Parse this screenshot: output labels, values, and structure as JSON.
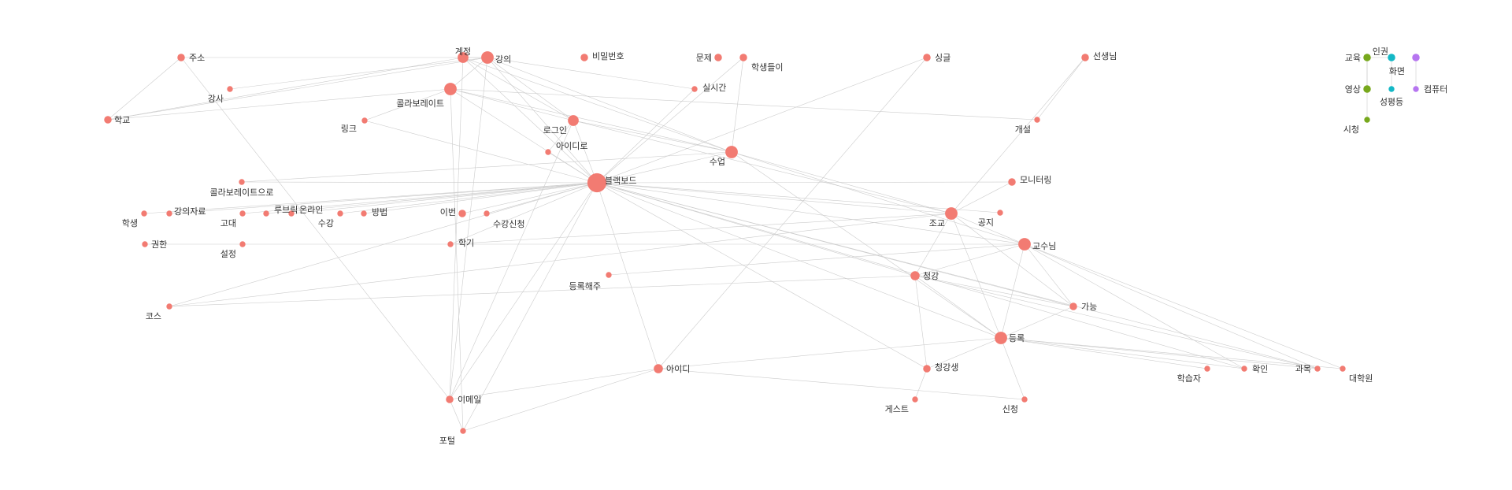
{
  "chart_data": {
    "type": "network",
    "colors": {
      "main": "#f27b72",
      "green": "#77a81c",
      "teal": "#14b8c6",
      "purple": "#b675f0",
      "edge": "#cccccc"
    },
    "nodes": [
      {
        "id": "블랙보드",
        "label": "블랙보드",
        "weight": 10,
        "group": "main"
      },
      {
        "id": "강의",
        "label": "강의",
        "weight": 6,
        "group": "main"
      },
      {
        "id": "계정",
        "label": "계정",
        "weight": 5,
        "group": "main"
      },
      {
        "id": "콜라보레이트",
        "label": "콜라보레이트",
        "weight": 6,
        "group": "main"
      },
      {
        "id": "로그인",
        "label": "로그인",
        "weight": 5,
        "group": "main"
      },
      {
        "id": "수업",
        "label": "수업",
        "weight": 6,
        "group": "main"
      },
      {
        "id": "조교",
        "label": "조교",
        "weight": 6,
        "group": "main"
      },
      {
        "id": "교수님",
        "label": "교수님",
        "weight": 6,
        "group": "main"
      },
      {
        "id": "청강",
        "label": "청강",
        "weight": 4,
        "group": "main"
      },
      {
        "id": "등록",
        "label": "등록",
        "weight": 6,
        "group": "main"
      },
      {
        "id": "아이디",
        "label": "아이디",
        "weight": 4,
        "group": "main"
      },
      {
        "id": "이메일",
        "label": "이메일",
        "weight": 3,
        "group": "main"
      },
      {
        "id": "포털",
        "label": "포털",
        "weight": 2,
        "group": "main"
      },
      {
        "id": "청강생",
        "label": "청강생",
        "weight": 3,
        "group": "main"
      },
      {
        "id": "게스트",
        "label": "게스트",
        "weight": 2,
        "group": "main"
      },
      {
        "id": "신청",
        "label": "신청",
        "weight": 2,
        "group": "main"
      },
      {
        "id": "가능",
        "label": "가능",
        "weight": 3,
        "group": "main"
      },
      {
        "id": "학습자",
        "label": "학습자",
        "weight": 2,
        "group": "main"
      },
      {
        "id": "확인",
        "label": "확인",
        "weight": 2,
        "group": "main"
      },
      {
        "id": "과목",
        "label": "과목",
        "weight": 2,
        "group": "main"
      },
      {
        "id": "대학원",
        "label": "대학원",
        "weight": 2,
        "group": "main"
      },
      {
        "id": "주소",
        "label": "주소",
        "weight": 3,
        "group": "main"
      },
      {
        "id": "강사",
        "label": "강사",
        "weight": 2,
        "group": "main"
      },
      {
        "id": "학교",
        "label": "학교",
        "weight": 3,
        "group": "main"
      },
      {
        "id": "링크",
        "label": "링크",
        "weight": 2,
        "group": "main"
      },
      {
        "id": "비밀번호",
        "label": "비밀번호",
        "weight": 3,
        "group": "main"
      },
      {
        "id": "문제",
        "label": "문제",
        "weight": 3,
        "group": "main"
      },
      {
        "id": "학생들이",
        "label": "학생들이",
        "weight": 3,
        "group": "main"
      },
      {
        "id": "실시간",
        "label": "실시간",
        "weight": 2,
        "group": "main"
      },
      {
        "id": "아이디로",
        "label": "아이디로",
        "weight": 2,
        "group": "main"
      },
      {
        "id": "싱글",
        "label": "싱글",
        "weight": 3,
        "group": "main"
      },
      {
        "id": "선생님",
        "label": "선생님",
        "weight": 3,
        "group": "main"
      },
      {
        "id": "개설",
        "label": "개설",
        "weight": 2,
        "group": "main"
      },
      {
        "id": "모니터링",
        "label": "모니터링",
        "weight": 3,
        "group": "main"
      },
      {
        "id": "공지",
        "label": "공지",
        "weight": 2,
        "group": "main"
      },
      {
        "id": "콜라보레이트으로",
        "label": "콜라보레이트으로",
        "weight": 2,
        "group": "main"
      },
      {
        "id": "학생",
        "label": "학생",
        "weight": 2,
        "group": "main"
      },
      {
        "id": "강의자료",
        "label": "강의자료",
        "weight": 2,
        "group": "main"
      },
      {
        "id": "고대",
        "label": "고대",
        "weight": 2,
        "group": "main"
      },
      {
        "id": "루브릭",
        "label": "루브릭",
        "weight": 2,
        "group": "main"
      },
      {
        "id": "온라인",
        "label": "온라인",
        "weight": 2,
        "group": "main"
      },
      {
        "id": "수강",
        "label": "수강",
        "weight": 2,
        "group": "main"
      },
      {
        "id": "방법",
        "label": "방법",
        "weight": 2,
        "group": "main"
      },
      {
        "id": "이번",
        "label": "이번",
        "weight": 3,
        "group": "main"
      },
      {
        "id": "수강신청",
        "label": "수강신청",
        "weight": 2,
        "group": "main"
      },
      {
        "id": "권한",
        "label": "권한",
        "weight": 2,
        "group": "main"
      },
      {
        "id": "설정",
        "label": "설정",
        "weight": 2,
        "group": "main"
      },
      {
        "id": "학기",
        "label": "학기",
        "weight": 2,
        "group": "main"
      },
      {
        "id": "등록해주",
        "label": "등록해주",
        "weight": 2,
        "group": "main"
      },
      {
        "id": "코스",
        "label": "코스",
        "weight": 2,
        "group": "main"
      },
      {
        "id": "교육",
        "label": "교육",
        "weight": 3,
        "group": "green"
      },
      {
        "id": "영상",
        "label": "영상",
        "weight": 3,
        "group": "green"
      },
      {
        "id": "시청",
        "label": "시청",
        "weight": 2,
        "group": "green"
      },
      {
        "id": "인권",
        "label": "인권",
        "weight": 3,
        "group": "teal"
      },
      {
        "id": "성평등",
        "label": "성평등",
        "weight": 2,
        "group": "teal"
      },
      {
        "id": "화면",
        "label": "화면",
        "weight": 3,
        "group": "purple"
      },
      {
        "id": "컴퓨터",
        "label": "컴퓨터",
        "weight": 2,
        "group": "purple"
      }
    ],
    "edges": [
      [
        "블랙보드",
        "강의"
      ],
      [
        "블랙보드",
        "계정"
      ],
      [
        "블랙보드",
        "콜라보레이트"
      ],
      [
        "블랙보드",
        "로그인"
      ],
      [
        "블랙보드",
        "수업"
      ],
      [
        "블랙보드",
        "조교"
      ],
      [
        "블랙보드",
        "교수님"
      ],
      [
        "블랙보드",
        "청강"
      ],
      [
        "블랙보드",
        "등록"
      ],
      [
        "블랙보드",
        "아이디"
      ],
      [
        "블랙보드",
        "이메일"
      ],
      [
        "블랙보드",
        "포털"
      ],
      [
        "블랙보드",
        "청강생"
      ],
      [
        "블랙보드",
        "가능"
      ],
      [
        "블랙보드",
        "확인"
      ],
      [
        "블랙보드",
        "과목"
      ],
      [
        "블랙보드",
        "아이디로"
      ],
      [
        "블랙보드",
        "실시간"
      ],
      [
        "블랙보드",
        "학생들이"
      ],
      [
        "블랙보드",
        "공지"
      ],
      [
        "블랙보드",
        "모니터링"
      ],
      [
        "블랙보드",
        "콜라보레이트으로"
      ],
      [
        "블랙보드",
        "학생"
      ],
      [
        "블랙보드",
        "강의자료"
      ],
      [
        "블랙보드",
        "고대"
      ],
      [
        "블랙보드",
        "루브릭"
      ],
      [
        "블랙보드",
        "온라인"
      ],
      [
        "블랙보드",
        "수강"
      ],
      [
        "블랙보드",
        "방법"
      ],
      [
        "블랙보드",
        "이번"
      ],
      [
        "블랙보드",
        "수강신청"
      ],
      [
        "블랙보드",
        "코스"
      ],
      [
        "블랙보드",
        "싱글"
      ],
      [
        "블랙보드",
        "링크"
      ],
      [
        "블랙보드",
        "학기"
      ],
      [
        "강의",
        "콜라보레이트"
      ],
      [
        "강의",
        "계정"
      ],
      [
        "강의",
        "로그인"
      ],
      [
        "강의",
        "수업"
      ],
      [
        "강의",
        "학교"
      ],
      [
        "강의",
        "이메일"
      ],
      [
        "강의",
        "주소"
      ],
      [
        "강의",
        "강사"
      ],
      [
        "강의",
        "실시간"
      ],
      [
        "계정",
        "로그인"
      ],
      [
        "계정",
        "수업"
      ],
      [
        "계정",
        "학교"
      ],
      [
        "계정",
        "이메일"
      ],
      [
        "콜라보레이트",
        "로그인"
      ],
      [
        "콜라보레이트",
        "학교"
      ],
      [
        "콜라보레이트",
        "수업"
      ],
      [
        "콜라보레이트",
        "개설"
      ],
      [
        "콜라보레이트",
        "링크"
      ],
      [
        "콜라보레이트",
        "포털"
      ],
      [
        "로그인",
        "수업"
      ],
      [
        "로그인",
        "아이디로"
      ],
      [
        "로그인",
        "조교"
      ],
      [
        "로그인",
        "이메일"
      ],
      [
        "수업",
        "조교"
      ],
      [
        "수업",
        "교수님"
      ],
      [
        "수업",
        "학생들이"
      ],
      [
        "수업",
        "콜라보레이트으로"
      ],
      [
        "수업",
        "등록"
      ],
      [
        "조교",
        "교수님"
      ],
      [
        "조교",
        "등록"
      ],
      [
        "조교",
        "청강"
      ],
      [
        "조교",
        "모니터링"
      ],
      [
        "조교",
        "선생님"
      ],
      [
        "조교",
        "코스"
      ],
      [
        "조교",
        "학기"
      ],
      [
        "조교",
        "가능"
      ],
      [
        "교수님",
        "등록"
      ],
      [
        "교수님",
        "청강"
      ],
      [
        "교수님",
        "과목"
      ],
      [
        "교수님",
        "확인"
      ],
      [
        "교수님",
        "가능"
      ],
      [
        "교수님",
        "권한"
      ],
      [
        "교수님",
        "등록해주"
      ],
      [
        "교수님",
        "대학원"
      ],
      [
        "청강",
        "등록"
      ],
      [
        "청강",
        "가능"
      ],
      [
        "청강",
        "청강생"
      ],
      [
        "청강",
        "코스"
      ],
      [
        "청강",
        "과목"
      ],
      [
        "등록",
        "가능"
      ],
      [
        "등록",
        "확인"
      ],
      [
        "등록",
        "과목"
      ],
      [
        "등록",
        "학습자"
      ],
      [
        "등록",
        "신청"
      ],
      [
        "등록",
        "청강생"
      ],
      [
        "등록",
        "아이디"
      ],
      [
        "등록",
        "대학원"
      ],
      [
        "청강생",
        "게스트"
      ],
      [
        "아이디",
        "이메일"
      ],
      [
        "아이디",
        "포털"
      ],
      [
        "아이디",
        "신청"
      ],
      [
        "아이디",
        "싱글"
      ],
      [
        "이메일",
        "포털"
      ],
      [
        "이메일",
        "주소"
      ],
      [
        "학교",
        "주소"
      ],
      [
        "선생님",
        "개설"
      ],
      [
        "교육",
        "영상"
      ],
      [
        "교육",
        "시청"
      ],
      [
        "교육",
        "인권"
      ],
      [
        "인권",
        "성평등"
      ],
      [
        "화면",
        "컴퓨터"
      ]
    ]
  }
}
